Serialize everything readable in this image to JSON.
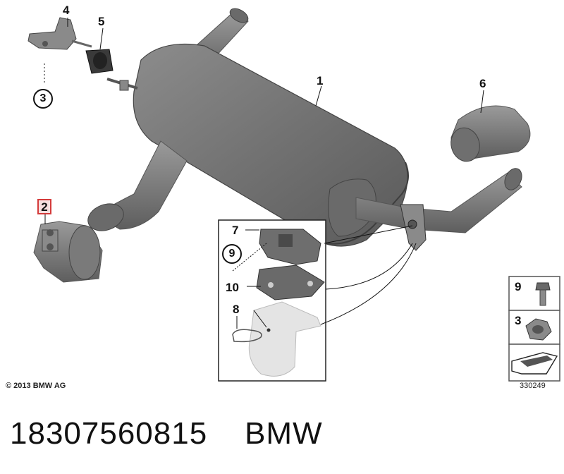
{
  "callouts": {
    "c1": "1",
    "c2": "2",
    "c3": "3",
    "c4": "4",
    "c5": "5",
    "c6": "6",
    "c7": "7",
    "c8": "8",
    "c9": "9",
    "c10": "10"
  },
  "legend": {
    "item_9": "9",
    "item_3": "3"
  },
  "copyright": "© 2013 BMW AG",
  "diagram_number": "330249",
  "caption": "18307560815    BMW",
  "colors": {
    "part_fill": "#7a7a7a",
    "part_dark": "#565656",
    "part_light": "#a6a6a6",
    "ghost_fill": "#e2e2e2",
    "highlight_border": "#d43b3b",
    "highlight_fill": "#f6dede"
  }
}
